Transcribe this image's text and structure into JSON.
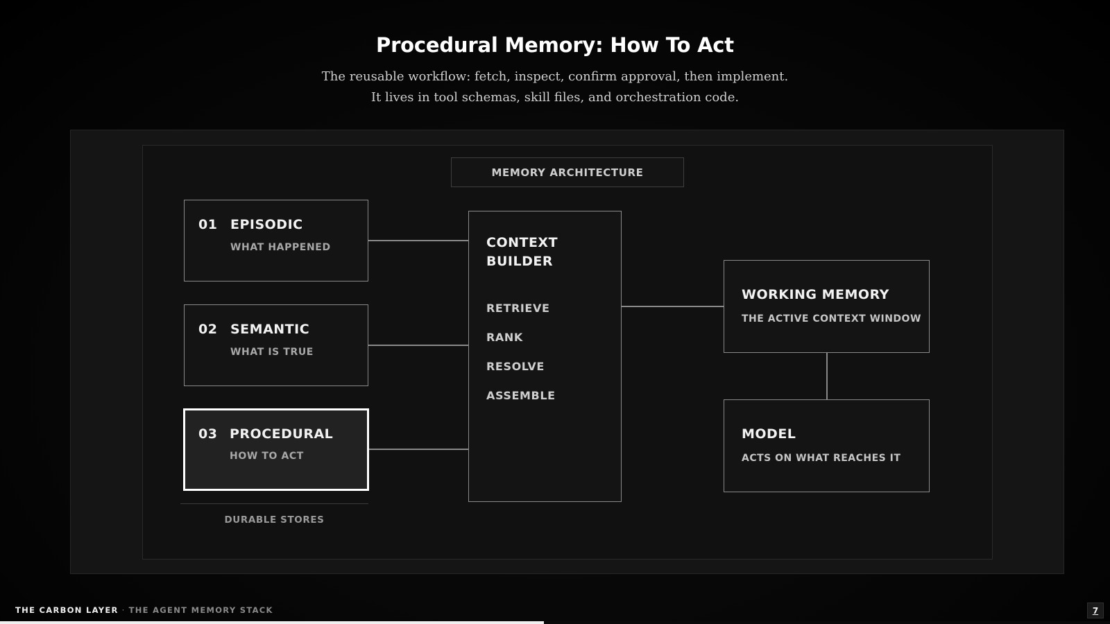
{
  "slide": {
    "title": "Procedural Memory: How To Act",
    "subtitle_lines": [
      "The reusable workflow: fetch, inspect, confirm approval, then implement.",
      "It lives in tool schemas, skill files, and orchestration code."
    ]
  },
  "diagram": {
    "header_label": "MEMORY ARCHITECTURE",
    "stores": [
      {
        "number": "01",
        "name": "EPISODIC",
        "subtitle": "WHAT HAPPENED",
        "active": false
      },
      {
        "number": "02",
        "name": "SEMANTIC",
        "subtitle": "WHAT IS TRUE",
        "active": false
      },
      {
        "number": "03",
        "name": "PROCEDURAL",
        "subtitle": "HOW TO ACT",
        "active": true
      }
    ],
    "stores_caption": "DURABLE STORES",
    "context_builder": {
      "title": "CONTEXT BUILDER",
      "steps": [
        "RETRIEVE",
        "RANK",
        "RESOLVE",
        "ASSEMBLE"
      ]
    },
    "working_memory": {
      "title": "WORKING MEMORY",
      "subtitle": "THE ACTIVE CONTEXT WINDOW"
    },
    "model": {
      "title": "MODEL",
      "subtitle": "ACTS ON WHAT REACHES IT"
    }
  },
  "footer": {
    "brand": "THE CARBON LAYER",
    "separator": "·",
    "series": "THE AGENT MEMORY STACK",
    "page_number": "7",
    "progress_fraction": 0.49
  },
  "colors": {
    "background": "#000000",
    "panel": "#151515",
    "box_border": "#8a8a8a",
    "active_border": "#ffffff",
    "text_primary": "#f2f2f2",
    "text_secondary": "#a8a8a8"
  }
}
